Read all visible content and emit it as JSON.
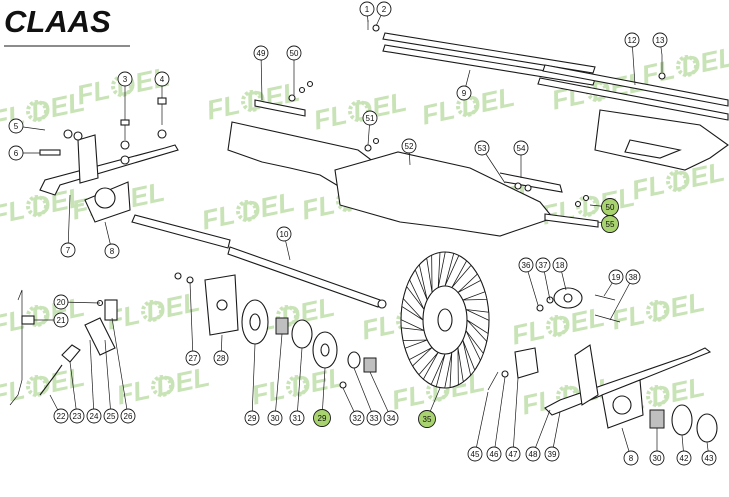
{
  "brand": {
    "text": "CLAAS",
    "color": "#111111"
  },
  "watermark": {
    "text": "FL DEL",
    "icon": "gear-icon",
    "color": "#9ccc7a"
  },
  "colors": {
    "outline": "#1a1a1a",
    "highlight_fill": "#a8d36f",
    "callout_fill": "#ffffff"
  },
  "callouts": [
    {
      "label": "1",
      "highlighted": false
    },
    {
      "label": "2",
      "highlighted": false
    },
    {
      "label": "3",
      "highlighted": false
    },
    {
      "label": "4",
      "highlighted": false
    },
    {
      "label": "5",
      "highlighted": false
    },
    {
      "label": "6",
      "highlighted": false
    },
    {
      "label": "7",
      "highlighted": false
    },
    {
      "label": "8",
      "highlighted": false
    },
    {
      "label": "9",
      "highlighted": false
    },
    {
      "label": "10",
      "highlighted": false
    },
    {
      "label": "12",
      "highlighted": false
    },
    {
      "label": "13",
      "highlighted": false
    },
    {
      "label": "49",
      "highlighted": false
    },
    {
      "label": "50",
      "highlighted": false
    },
    {
      "label": "51",
      "highlighted": false
    },
    {
      "label": "52",
      "highlighted": false
    },
    {
      "label": "53",
      "highlighted": false
    },
    {
      "label": "54",
      "highlighted": false
    },
    {
      "label": "50",
      "highlighted": true
    },
    {
      "label": "55",
      "highlighted": true
    },
    {
      "label": "36",
      "highlighted": false
    },
    {
      "label": "37",
      "highlighted": false
    },
    {
      "label": "18",
      "highlighted": false
    },
    {
      "label": "19",
      "highlighted": false
    },
    {
      "label": "38",
      "highlighted": false
    },
    {
      "label": "20",
      "highlighted": false
    },
    {
      "label": "21",
      "highlighted": false
    },
    {
      "label": "22",
      "highlighted": false
    },
    {
      "label": "23",
      "highlighted": false
    },
    {
      "label": "24",
      "highlighted": false
    },
    {
      "label": "25",
      "highlighted": false
    },
    {
      "label": "26",
      "highlighted": false
    },
    {
      "label": "27",
      "highlighted": false
    },
    {
      "label": "28",
      "highlighted": false
    },
    {
      "label": "29",
      "highlighted": false
    },
    {
      "label": "30",
      "highlighted": false
    },
    {
      "label": "31",
      "highlighted": false
    },
    {
      "label": "29",
      "highlighted": true
    },
    {
      "label": "32",
      "highlighted": false
    },
    {
      "label": "33",
      "highlighted": false
    },
    {
      "label": "34",
      "highlighted": false
    },
    {
      "label": "35",
      "highlighted": true
    },
    {
      "label": "45",
      "highlighted": false
    },
    {
      "label": "46",
      "highlighted": false
    },
    {
      "label": "47",
      "highlighted": false
    },
    {
      "label": "48",
      "highlighted": false
    },
    {
      "label": "39",
      "highlighted": false
    },
    {
      "label": "8",
      "highlighted": false
    },
    {
      "label": "30",
      "highlighted": false
    },
    {
      "label": "42",
      "highlighted": false
    },
    {
      "label": "43",
      "highlighted": false
    }
  ]
}
